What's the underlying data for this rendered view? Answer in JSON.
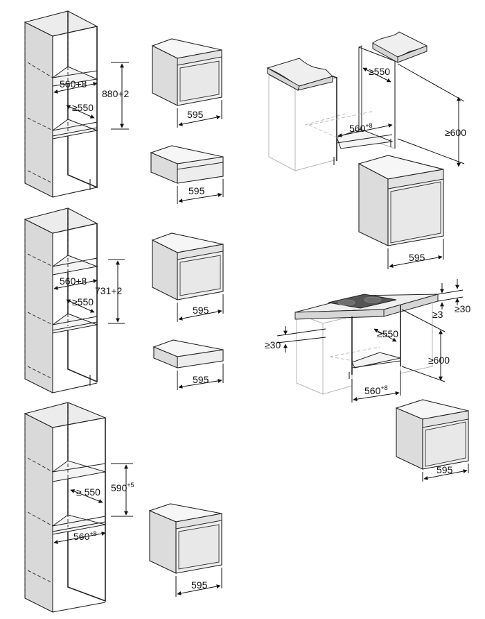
{
  "tall_unit_1": {
    "height_label": "880+2",
    "width_base": "560",
    "width_tol": "+8",
    "depth_label": "≥550",
    "appliance_width": "595",
    "drawer_width": "595"
  },
  "tall_unit_2": {
    "height_label": "731+2",
    "width_base": "560",
    "width_tol": "+8",
    "depth_label": "≥550",
    "appliance_width": "595",
    "drawer_width": "595"
  },
  "tall_unit_3": {
    "height_base": "590",
    "height_tol": "+5",
    "width_base": "560",
    "width_tol": "+8",
    "depth_label": "≥ 550",
    "appliance_width": "595"
  },
  "base_unit": {
    "depth_label": "≥550",
    "width_base": "560",
    "width_tol": "+8",
    "height_label": "≥600",
    "appliance_width": "595"
  },
  "hob_unit": {
    "gap_label": "≥3",
    "top_clearance_label": "≥30",
    "left_clearance_label": "≥30",
    "depth_label": "≥550",
    "height_label": "≥600",
    "width_base": "560",
    "width_tol": "+8",
    "appliance_width": "595"
  }
}
